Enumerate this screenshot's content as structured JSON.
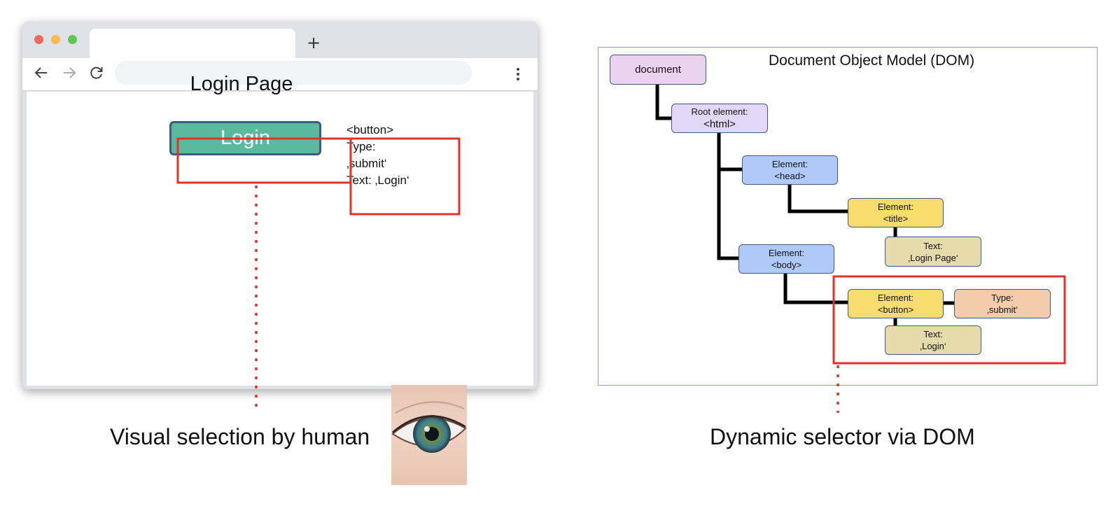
{
  "browser": {
    "new_tab_label": "+",
    "page_title": "Login Page",
    "login_button_label": "Login",
    "info_lines": [
      "<button>",
      "Type:",
      "‚submit‘",
      "Text: ‚Login‘"
    ]
  },
  "dom": {
    "title": "Document Object Model (DOM)",
    "nodes": {
      "document": "document",
      "root_line1": "Root element:",
      "root_line2": "<html>",
      "head_line1": "Element:",
      "head_line2": "<head>",
      "title_line1": "Element:",
      "title_line2": "<title>",
      "title_text_line1": "Text:",
      "title_text_line2": "‚Login Page‘",
      "body_line1": "Element:",
      "body_line2": "<body>",
      "button_line1": "Element:",
      "button_line2": "<button>",
      "type_line1": "Type:",
      "type_line2": "‚submit‘",
      "button_text_line1": "Text:",
      "button_text_line2": "‚Login‘"
    }
  },
  "captions": {
    "left": "Visual selection by human",
    "right": "Dynamic selector via DOM"
  },
  "colors": {
    "highlight_red": "#e0322a",
    "login_green": "#5cba9c"
  },
  "icons": [
    "back-arrow-icon",
    "forward-arrow-icon",
    "reload-icon",
    "kebab-menu-icon",
    "eye-icon"
  ]
}
